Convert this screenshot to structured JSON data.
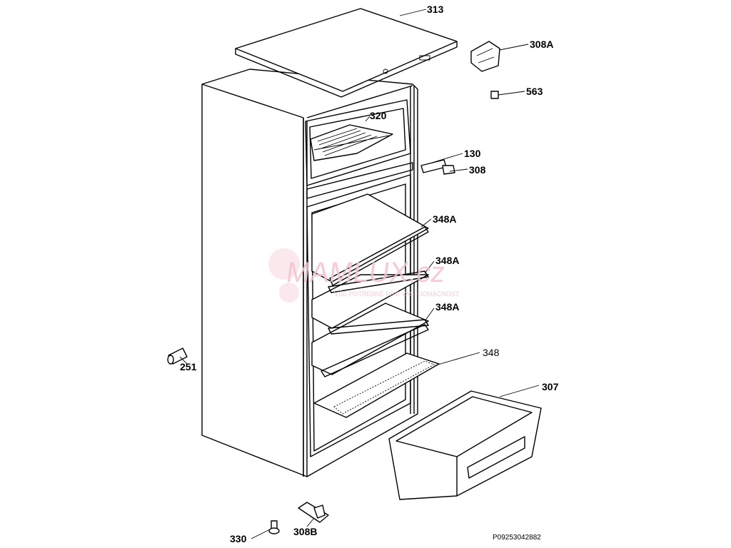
{
  "diagram": {
    "title": "Refrigerator cabinet exploded parts diagram",
    "parts": [
      {
        "id": "top_cover",
        "label": "313"
      },
      {
        "id": "hinge_top",
        "label": "308A"
      },
      {
        "id": "screw",
        "label": "563"
      },
      {
        "id": "freezer_grid",
        "label": "320"
      },
      {
        "id": "hinge_mid_cover",
        "label": "130"
      },
      {
        "id": "hinge_mid",
        "label": "308"
      },
      {
        "id": "shelf_1",
        "label": "348A"
      },
      {
        "id": "shelf_2",
        "label": "348A"
      },
      {
        "id": "shelf_3",
        "label": "348A"
      },
      {
        "id": "shelf_glass",
        "label": "348"
      },
      {
        "id": "crisper_drawer",
        "label": "307"
      },
      {
        "id": "handle_plug",
        "label": "251"
      },
      {
        "id": "foot_screw",
        "label": "330"
      },
      {
        "id": "hinge_bottom",
        "label": "308B"
      }
    ],
    "drawing_code": "P09253042882",
    "watermark": {
      "brand": "MAMLUX.cz",
      "slogan": "VŠE POTŘEBNÉ PRO VAŠI DOMÁCNOST"
    }
  }
}
